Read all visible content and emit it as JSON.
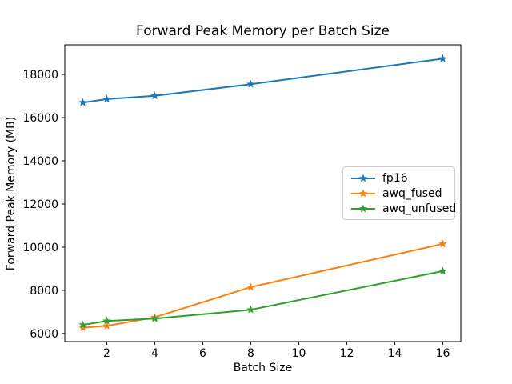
{
  "chart_data": {
    "type": "line",
    "title": "Forward Peak Memory per Batch Size",
    "xlabel": "Batch Size",
    "ylabel": "Forward Peak Memory (MB)",
    "x": [
      1,
      2,
      4,
      8,
      16
    ],
    "series": [
      {
        "name": "fp16",
        "color": "#1f77b4",
        "values": [
          16700,
          16860,
          17010,
          17550,
          18730
        ]
      },
      {
        "name": "awq_fused",
        "color": "#ff7f0e",
        "values": [
          6270,
          6350,
          6750,
          8150,
          10150
        ]
      },
      {
        "name": "awq_unfused",
        "color": "#2ca02c",
        "values": [
          6400,
          6580,
          6690,
          7100,
          8890
        ]
      }
    ],
    "marker": "star",
    "xlim": [
      0.25,
      16.75
    ],
    "ylim": [
      5625,
      19375
    ],
    "x_ticks": [
      2,
      4,
      6,
      8,
      10,
      12,
      14,
      16
    ],
    "y_ticks": [
      6000,
      8000,
      10000,
      12000,
      14000,
      16000,
      18000
    ],
    "grid": false,
    "legend_position": "center right",
    "spine_color": "#000000",
    "background_color": "#ffffff"
  }
}
